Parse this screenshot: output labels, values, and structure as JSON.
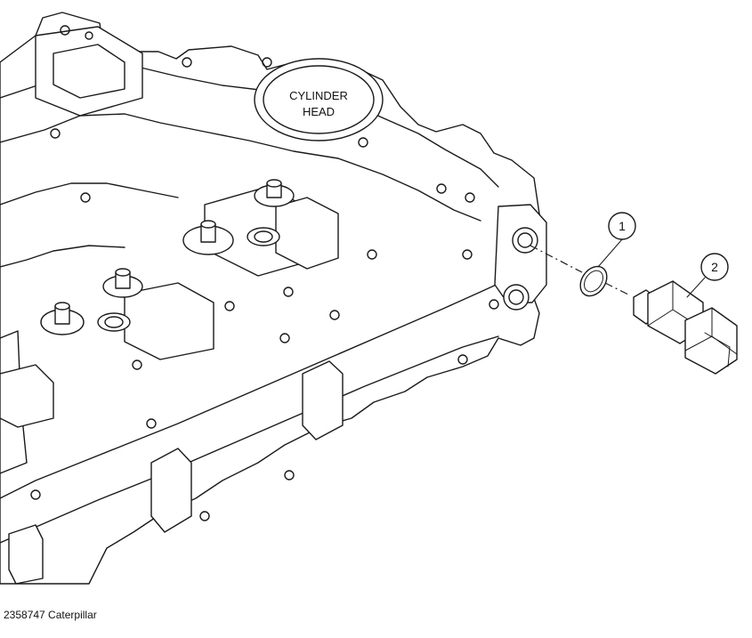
{
  "diagram": {
    "label_cylinder_head_line1": "CYLINDER",
    "label_cylinder_head_line2": "HEAD",
    "callouts": [
      {
        "number": "1"
      },
      {
        "number": "2"
      }
    ]
  },
  "caption": "2358747 Caterpillar"
}
